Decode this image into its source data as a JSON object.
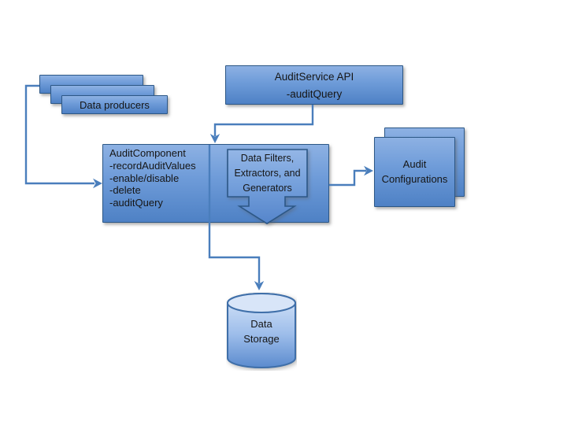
{
  "diagram": {
    "background": "#ffffff",
    "colors": {
      "node_fill_top": "#8db1e3",
      "node_fill_bottom": "#4e81c5",
      "node_border": "#2c5786",
      "connector": "#4a7ebc",
      "cylinder_fill_top": "#cfe0f7",
      "cylinder_fill_bottom": "#5b8bce",
      "text": "#161616"
    },
    "nodes": {
      "data_producers": {
        "label": "Data producers"
      },
      "audit_service_api": {
        "title": "AuditService API",
        "method": "-auditQuery"
      },
      "audit_component": {
        "title": "AuditComponent",
        "methods": [
          "-recordAuditValues",
          "-enable/disable",
          "-delete",
          "-auditQuery"
        ]
      },
      "data_filters": {
        "lines": [
          "Data Filters,",
          "Extractors, and",
          "Generators"
        ]
      },
      "audit_configurations": {
        "lines": [
          "Audit",
          "Configurations"
        ]
      },
      "data_storage": {
        "lines": [
          "Data",
          "Storage"
        ]
      }
    },
    "edges": [
      {
        "from": "data_producers",
        "to": "audit_component"
      },
      {
        "from": "audit_service_api",
        "to": "audit_component"
      },
      {
        "from": "audit_component",
        "to": "audit_configurations"
      },
      {
        "from": "audit_component",
        "to": "data_storage"
      }
    ]
  }
}
